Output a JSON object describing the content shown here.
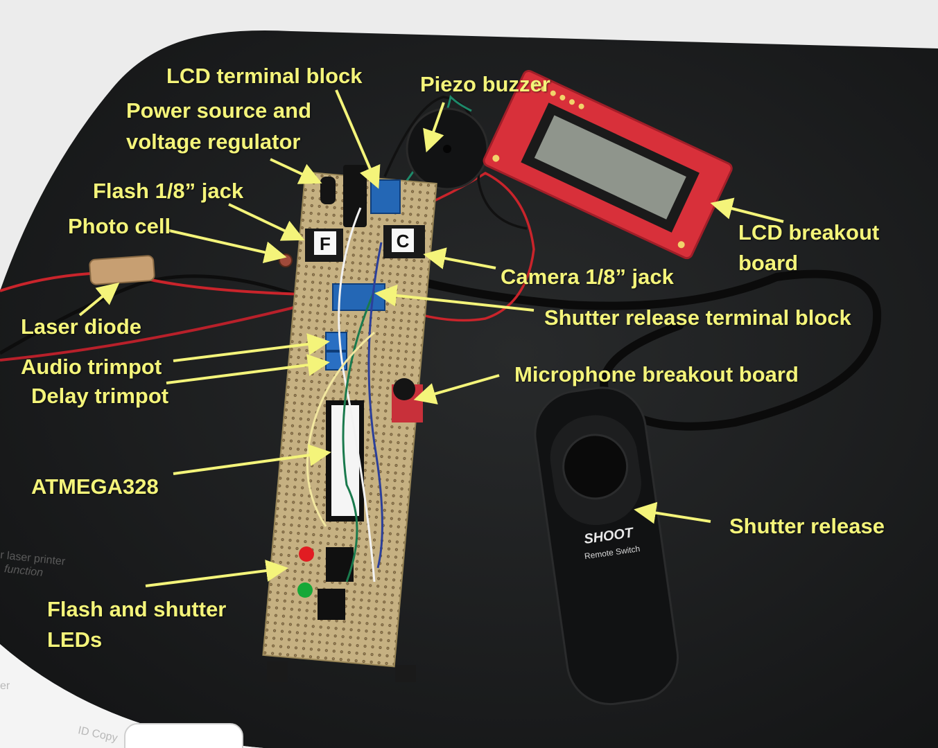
{
  "labels": {
    "lcd_terminal_block": "LCD terminal block",
    "piezo_buzzer": "Piezo buzzer",
    "power_source_line1": "Power source and",
    "power_source_line2": "voltage regulator",
    "flash_jack": "Flash 1/8” jack",
    "photo_cell": "Photo cell",
    "laser_diode": "Laser diode",
    "audio_trimpot": "Audio trimpot",
    "delay_trimpot": "Delay trimpot",
    "atmega": "ATMEGA328",
    "flash_leds_line1": "Flash and shutter",
    "flash_leds_line2": "LEDs",
    "lcd_breakout_line1": "LCD breakout",
    "lcd_breakout_line2": "board",
    "camera_jack": "Camera 1/8” jack",
    "shutter_terminal_block": "Shutter release terminal block",
    "mic_breakout": "Microphone breakout board",
    "shutter_release": "Shutter release"
  },
  "board_markings": {
    "flash_tag": "F",
    "camera_tag": "C"
  },
  "remote": {
    "brand": "SHOOT",
    "model": "Remote Switch"
  },
  "printer": {
    "line1": "r laser printer",
    "line2": "function",
    "button": "ID Copy",
    "edge": "er"
  },
  "colors": {
    "label": "#f4f47a",
    "arrow": "#f4f47a",
    "mat": "#1c1e1f",
    "board": "#c9b58a",
    "lcd_pcb": "#d8303a"
  }
}
